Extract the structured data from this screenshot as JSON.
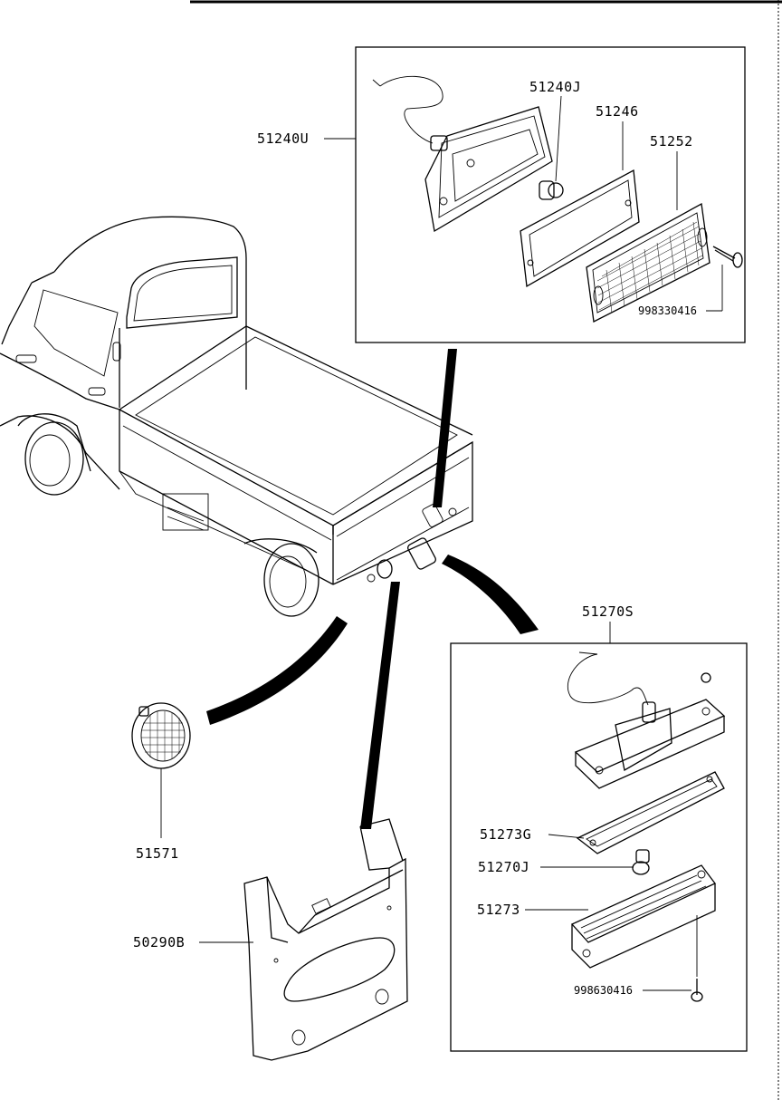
{
  "parts": {
    "rear_combination_lamp": "51240U",
    "bulb": "51240J",
    "lamp_gasket": "51246",
    "lamp_lens": "51252",
    "lens_screw": "998330416",
    "license_lamp": "51270S",
    "license_lamp_gasket": "51273G",
    "license_lamp_bulb": "51270J",
    "license_lamp_lens": "51273",
    "license_lamp_screw": "998630416",
    "reflector": "51571",
    "license_plate_bracket": "50290B"
  }
}
